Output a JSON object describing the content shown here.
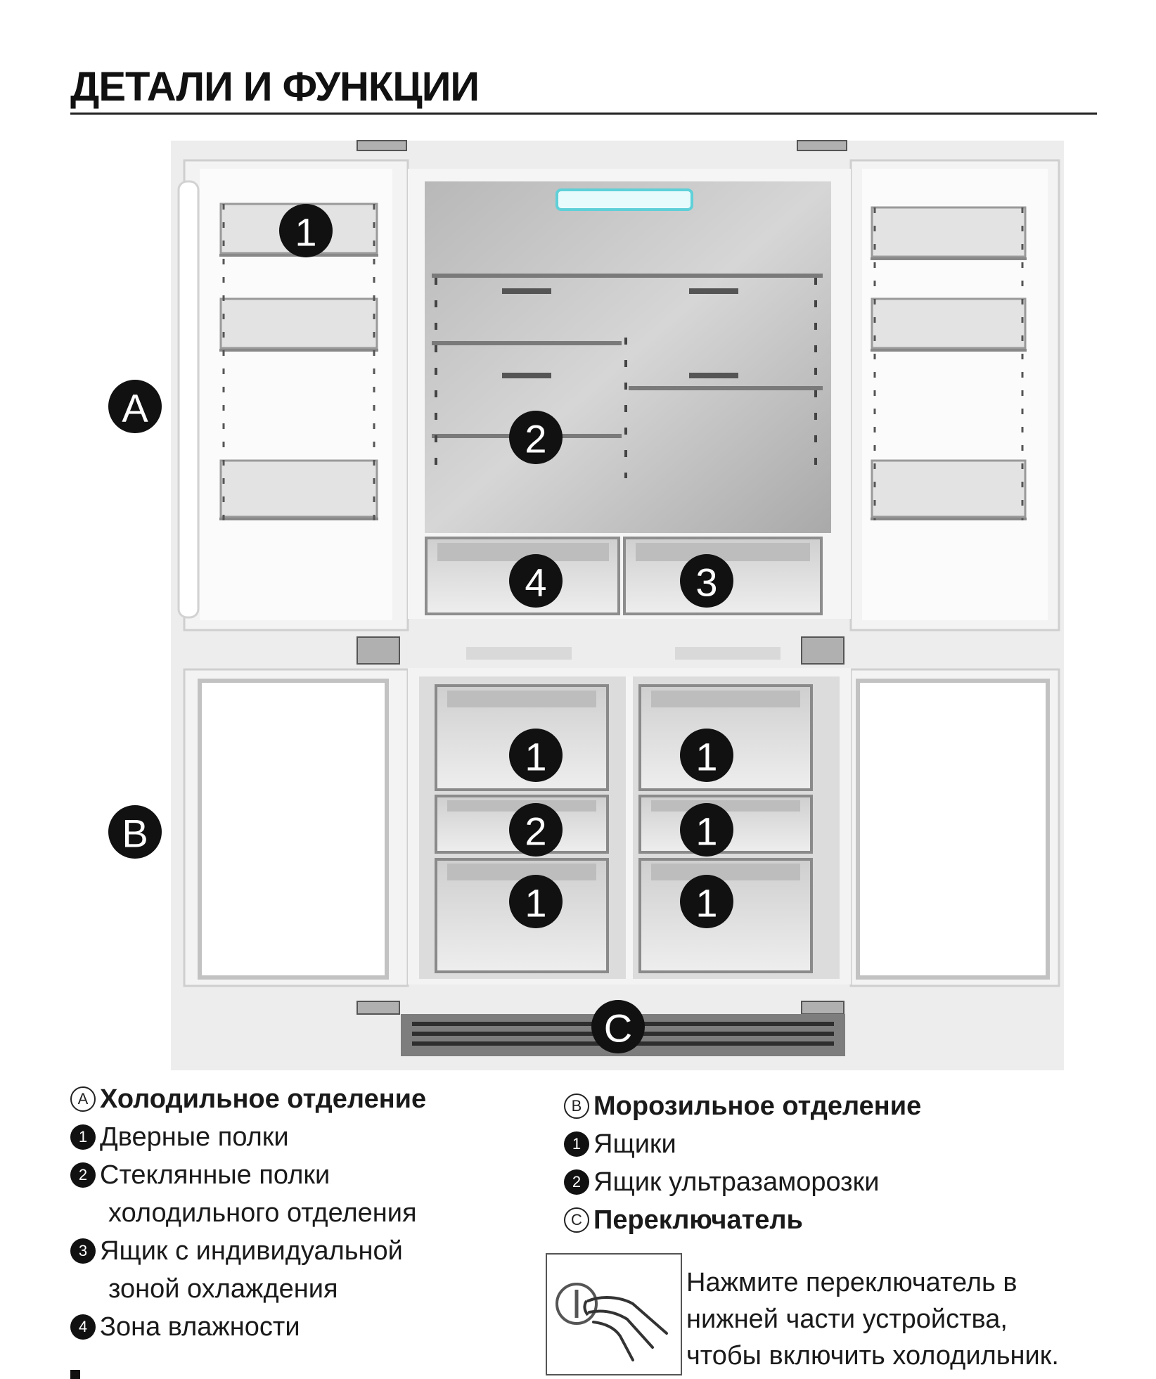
{
  "page": {
    "title": "ДЕТАЛИ И ФУНКЦИИ"
  },
  "diagram": {
    "zone_labels": {
      "fridge": "A",
      "freezer": "B",
      "switch": "C"
    },
    "markers": {
      "fridge_door_shelf": "1",
      "fridge_glass_shelf": "2",
      "fridge_cooling_drawer": "3",
      "fridge_humidity_zone": "4",
      "freezer_left_top": "1",
      "freezer_left_mid": "2",
      "freezer_left_bottom": "1",
      "freezer_right_top": "1",
      "freezer_right_mid": "1",
      "freezer_right_bottom": "1"
    },
    "colors": {
      "marker": "#111111",
      "panel": "#e6e6e6",
      "interior": "#c8c8c8",
      "grille": "#3a3a3a",
      "display": "#5fd0d8"
    }
  },
  "legend": {
    "fridge": {
      "icon": "A",
      "title": "Холодильное отделение",
      "items": [
        {
          "icon": "1",
          "lines": [
            "Дверные полки"
          ]
        },
        {
          "icon": "2",
          "lines": [
            "Стеклянные полки",
            "холодильного отделения"
          ]
        },
        {
          "icon": "3",
          "lines": [
            "Ящик с индивидуальной",
            "зоной охлаждения"
          ]
        },
        {
          "icon": "4",
          "lines": [
            "Зона влажности"
          ]
        }
      ]
    },
    "freezer": {
      "icon": "B",
      "title": "Морозильное отделение",
      "items": [
        {
          "icon": "1",
          "lines": [
            "Ящики"
          ]
        },
        {
          "icon": "2",
          "lines": [
            "Ящик ультразаморозки"
          ]
        }
      ]
    },
    "switch": {
      "icon": "C",
      "title": "Переключатель"
    }
  },
  "tip": {
    "icon": "hand-pressing-power-button-icon",
    "lines": [
      "Нажмите переключатель в",
      "нижней части устройства,",
      "чтобы включить холодильник."
    ]
  }
}
